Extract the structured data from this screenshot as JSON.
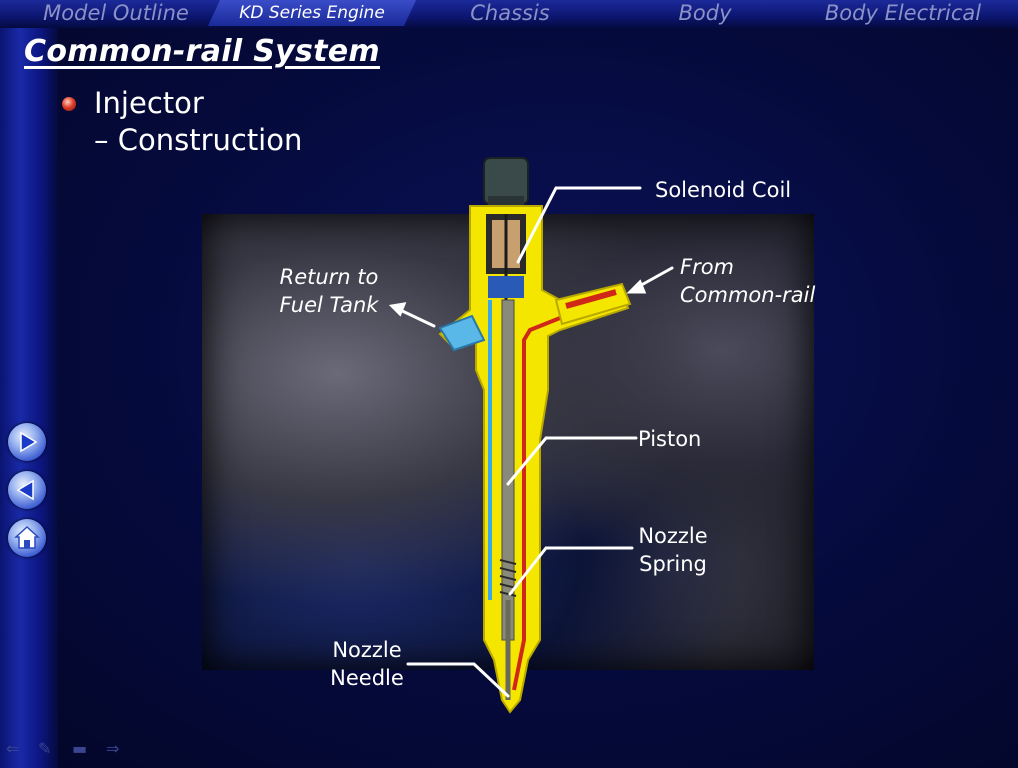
{
  "nav": {
    "tabs": [
      {
        "label": "Model Outline"
      },
      {
        "label": "KD Series Engine"
      },
      {
        "label": "Chassis"
      },
      {
        "label": "Body"
      },
      {
        "label": "Body Electrical"
      }
    ],
    "active_index": 1
  },
  "page": {
    "title": "Common-rail System",
    "heading": "Injector",
    "subheading": "– Construction"
  },
  "diagram": {
    "labels": {
      "solenoid_coil": "Solenoid Coil",
      "return_line1": "Return to",
      "return_line2": "Fuel Tank",
      "from_line1": "From",
      "from_line2": "Common-rail",
      "piston": "Piston",
      "nozzle_spring_line1": "Nozzle",
      "nozzle_spring_line2": "Spring",
      "nozzle_needle_line1": "Nozzle",
      "nozzle_needle_line2": "Needle"
    }
  },
  "side_nav": {
    "icons": [
      "next-arrow-icon",
      "back-arrow-icon",
      "home-icon"
    ]
  },
  "bottom_tools": {
    "icons": [
      "prev-icon",
      "pen-icon",
      "menu-icon",
      "next-icon"
    ]
  },
  "colors": {
    "background": "#050a3a",
    "injector_body": "#f5e600",
    "fuel_return": "#3aa8e8",
    "high_pressure": "#d02818",
    "accent_bullet": "#e0402a"
  }
}
